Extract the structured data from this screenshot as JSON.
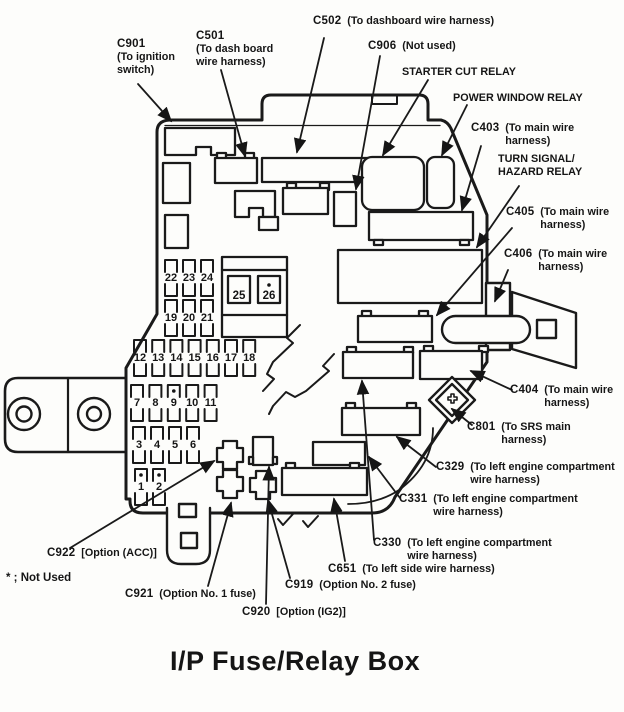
{
  "title": "I/P Fuse/Relay Box",
  "footnote": "* ; Not Used",
  "callouts": [
    {
      "id": "c901",
      "code": "C901",
      "desc": [
        "(To ignition",
        "switch)"
      ]
    },
    {
      "id": "c501",
      "code": "C501",
      "desc": [
        "(To dash board",
        "wire harness)"
      ]
    },
    {
      "id": "c502",
      "code": "C502",
      "desc": [
        "(To dashboard wire harness)"
      ]
    },
    {
      "id": "c906",
      "code": "C906",
      "desc": [
        "(Not used)"
      ]
    },
    {
      "id": "starter",
      "code": "",
      "desc": [
        "STARTER CUT RELAY"
      ]
    },
    {
      "id": "pwindow",
      "code": "",
      "desc": [
        "POWER WINDOW RELAY"
      ]
    },
    {
      "id": "c403",
      "code": "C403",
      "desc": [
        "(To main wire",
        "harness)"
      ]
    },
    {
      "id": "turnhaz",
      "code": "",
      "desc": [
        "TURN SIGNAL/",
        "HAZARD RELAY"
      ]
    },
    {
      "id": "c405",
      "code": "C405",
      "desc": [
        "(To main wire",
        "harness)"
      ]
    },
    {
      "id": "c406",
      "code": "C406",
      "desc": [
        "(To main wire",
        "harness)"
      ]
    },
    {
      "id": "c404",
      "code": "C404",
      "desc": [
        "(To main wire",
        "harness)"
      ]
    },
    {
      "id": "c801",
      "code": "C801",
      "desc": [
        "(To SRS main",
        "harness)"
      ]
    },
    {
      "id": "c329",
      "code": "C329",
      "desc": [
        "(To left engine compartment",
        "wire harness)"
      ]
    },
    {
      "id": "c331",
      "code": "C331",
      "desc": [
        "(To left engine compartment",
        "wire harness)"
      ]
    },
    {
      "id": "c330",
      "code": "C330",
      "desc": [
        "(To left engine compartment",
        "wire harness)"
      ]
    },
    {
      "id": "c651",
      "code": "C651",
      "desc": [
        "(To left side wire harness)"
      ]
    },
    {
      "id": "c919",
      "code": "C919",
      "desc": [
        "(Option No. 2 fuse)"
      ]
    },
    {
      "id": "c920",
      "code": "C920",
      "desc": [
        "[Option (IG2)]"
      ]
    },
    {
      "id": "c921",
      "code": "C921",
      "desc": [
        "(Option No. 1 fuse)"
      ]
    },
    {
      "id": "c922",
      "code": "C922",
      "desc": [
        "[Option (ACC)]"
      ]
    }
  ],
  "fuse_rows": [
    {
      "numbers": [
        "22",
        "23",
        "24"
      ],
      "marked": []
    },
    {
      "numbers": [
        "19",
        "20",
        "21"
      ],
      "marked": []
    },
    {
      "numbers": [
        "12",
        "13",
        "14",
        "15",
        "16",
        "17",
        "18"
      ],
      "marked": []
    },
    {
      "numbers": [
        "7",
        "8",
        "9",
        "10",
        "11"
      ],
      "marked": [
        "9"
      ]
    },
    {
      "numbers": [
        "3",
        "4",
        "5",
        "6"
      ],
      "marked": []
    },
    {
      "numbers": [
        "1",
        "2"
      ],
      "marked": [
        "1",
        "2"
      ]
    }
  ],
  "big_fuses": {
    "numbers": [
      "25",
      "26"
    ],
    "marked": [
      "26"
    ]
  }
}
